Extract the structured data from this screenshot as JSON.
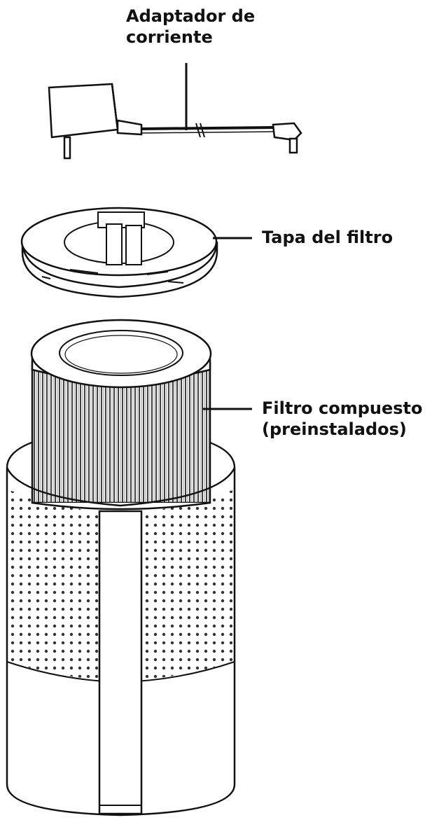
{
  "labels": {
    "adapter": {
      "line1": "Adaptador de",
      "line2": "corriente"
    },
    "filter_lid": {
      "line1": "Tapa del filtro"
    },
    "composite_filter": {
      "line1": "Filtro compuesto",
      "line2": "(preinstalados)"
    }
  },
  "colors": {
    "stroke": "#111111",
    "fill": "#ffffff",
    "band": "#e6e6e6",
    "perforation": "#333333"
  }
}
